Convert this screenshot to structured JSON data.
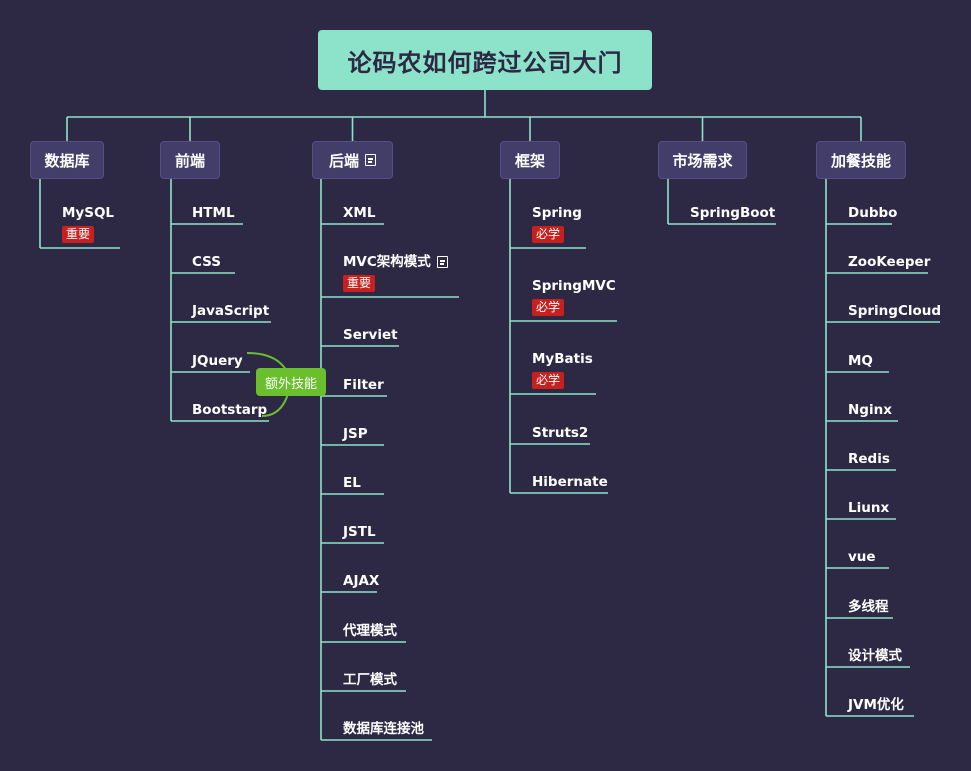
{
  "title": "论码农如何跨过公司大门",
  "colors": {
    "background": "#2d2944",
    "root": "#8de3c9",
    "branch": "#433d69",
    "line": "#8de3c9",
    "tag": "#c6211e",
    "callout": "#6abf2d"
  },
  "branches": [
    {
      "label": "数据库",
      "leaves": [
        {
          "label": "MySQL",
          "tag": "重要"
        }
      ]
    },
    {
      "label": "前端",
      "leaves": [
        {
          "label": "HTML"
        },
        {
          "label": "CSS"
        },
        {
          "label": "JavaScript"
        },
        {
          "label": "JQuery"
        },
        {
          "label": "Bootstarp"
        }
      ]
    },
    {
      "label": "后端",
      "has_note": true,
      "leaves": [
        {
          "label": "XML"
        },
        {
          "label": "MVC架构模式",
          "tag": "重要",
          "has_note": true
        },
        {
          "label": "Serviet"
        },
        {
          "label": "Filter"
        },
        {
          "label": "JSP"
        },
        {
          "label": "EL"
        },
        {
          "label": "JSTL"
        },
        {
          "label": "AJAX"
        },
        {
          "label": "代理模式"
        },
        {
          "label": "工厂模式"
        },
        {
          "label": "数据库连接池"
        }
      ]
    },
    {
      "label": "框架",
      "leaves": [
        {
          "label": "Spring",
          "tag": "必学"
        },
        {
          "label": "SpringMVC",
          "tag": "必学"
        },
        {
          "label": "MyBatis",
          "tag": "必学"
        },
        {
          "label": "Struts2"
        },
        {
          "label": "Hibernate"
        }
      ]
    },
    {
      "label": "市场需求",
      "leaves": [
        {
          "label": "SpringBoot"
        }
      ]
    },
    {
      "label": "加餐技能",
      "leaves": [
        {
          "label": "Dubbo"
        },
        {
          "label": "ZooKeeper"
        },
        {
          "label": "SpringCloud"
        },
        {
          "label": "MQ"
        },
        {
          "label": "Nginx"
        },
        {
          "label": "Redis"
        },
        {
          "label": "Liunx"
        },
        {
          "label": "vue"
        },
        {
          "label": "多线程"
        },
        {
          "label": "设计模式"
        },
        {
          "label": "JVM优化"
        }
      ]
    }
  ],
  "callout": {
    "label": "额外技能"
  }
}
